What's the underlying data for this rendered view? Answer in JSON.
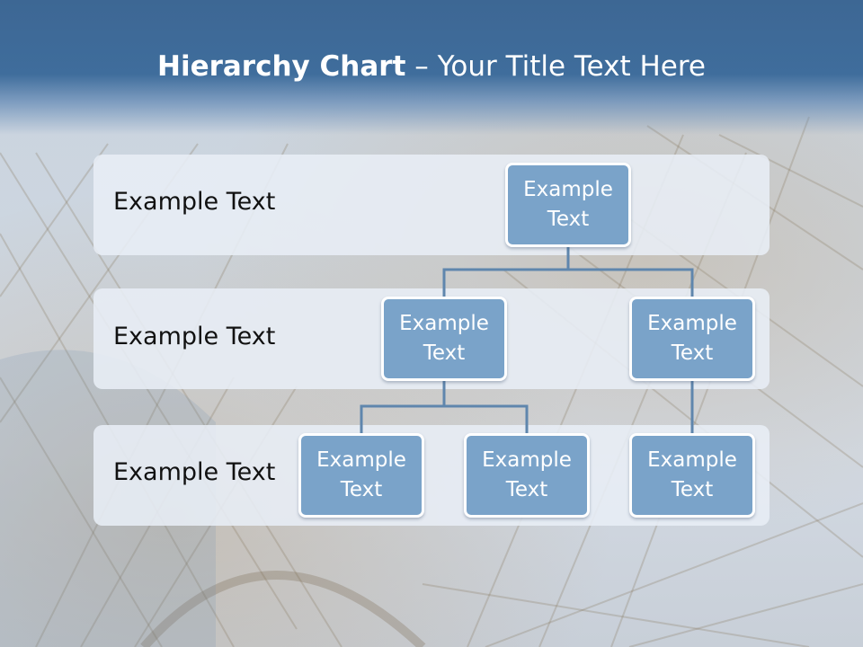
{
  "slide": {
    "title_bold": "Hierarchy Chart",
    "title_rest": " – Your Title Text Here"
  },
  "bands": [
    {
      "label": "Example Text"
    },
    {
      "label": "Example Text"
    },
    {
      "label": "Example Text"
    }
  ],
  "nodes": [
    {
      "id": "root",
      "line1": "Example",
      "line2": "Text"
    },
    {
      "id": "mid-left",
      "line1": "Example",
      "line2": "Text"
    },
    {
      "id": "mid-right",
      "line1": "Example",
      "line2": "Text"
    },
    {
      "id": "leaf-1",
      "line1": "Example",
      "line2": "Text"
    },
    {
      "id": "leaf-2",
      "line1": "Example",
      "line2": "Text"
    },
    {
      "id": "leaf-3",
      "line1": "Example",
      "line2": "Text"
    }
  ],
  "edges": [
    {
      "from": "root",
      "to": "mid-left"
    },
    {
      "from": "root",
      "to": "mid-right"
    },
    {
      "from": "mid-left",
      "to": "leaf-1"
    },
    {
      "from": "mid-left",
      "to": "leaf-2"
    },
    {
      "from": "mid-right",
      "to": "leaf-3"
    }
  ],
  "colors": {
    "header": "#3f6d9c",
    "node_fill": "#7aa3c9",
    "node_border": "#ffffff",
    "connector": "#5f86ad",
    "band_fill": "#e8eef6"
  }
}
